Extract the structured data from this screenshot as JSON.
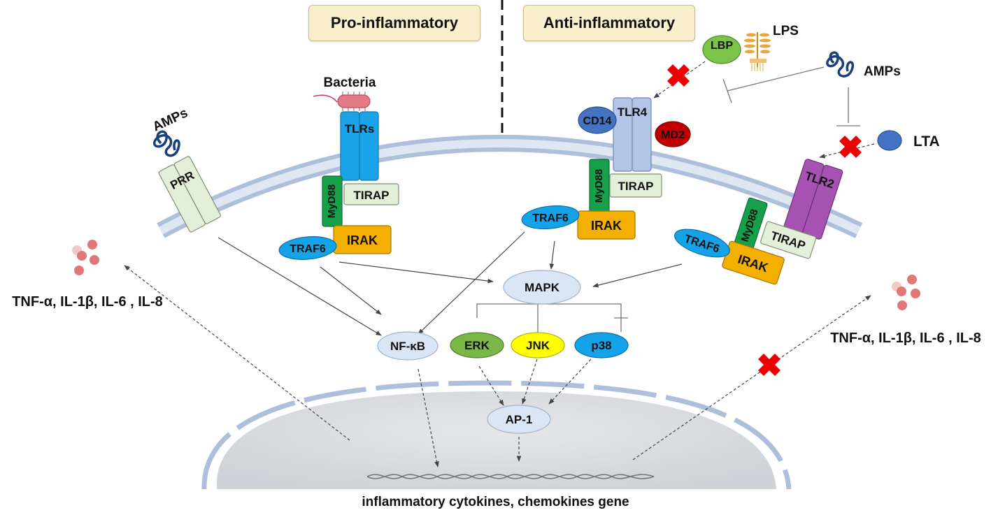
{
  "headers": {
    "pro": "Pro-inflammatory",
    "anti": "Anti-inflammatory"
  },
  "labels": {
    "amps_left": "AMPs",
    "amps_right": "AMPs",
    "bacteria": "Bacteria",
    "lps": "LPS",
    "lbp": "LBP",
    "lta": "LTA",
    "prr": "PRR",
    "tlrs": "TLRs",
    "tlr4": "TLR4",
    "tlr2": "TLR2",
    "cd14": "CD14",
    "md2": "MD2",
    "myd88": "MyD88",
    "tirap": "TIRAP",
    "irak": "IRAK",
    "traf6": "TRAF6",
    "mapk": "MAPK",
    "erk": "ERK",
    "jnk": "JNK",
    "p38": "p38",
    "nfkb": "NF-κB",
    "ap1": "AP-1"
  },
  "cytokines": {
    "left": "TNF-α, IL-1β, IL-6 , IL-8",
    "right": "TNF-α, IL-1β, IL-6 , IL-8"
  },
  "gene": "inflammatory cytokines, chemokines gene",
  "colors": {
    "header_bg": "#fbf0cd",
    "tlrs": "#1aa3e8",
    "tlr4": "#b3c6e6",
    "tlr2": "#a552b3",
    "prr": "#e2f0d9",
    "myd88": "#16a04a",
    "tirap": "#e2f0d9",
    "irak": "#f4b000",
    "traf6": "#14a2e8",
    "cd14": "#4672c4",
    "md2": "#c00000",
    "lbp": "#7cc34a",
    "lta": "#4472c4",
    "mapk": "#dae6f3",
    "erk": "#7ab648",
    "jnk": "#ffff00",
    "p38": "#14a2e8",
    "inhibit": "#ee0000"
  }
}
